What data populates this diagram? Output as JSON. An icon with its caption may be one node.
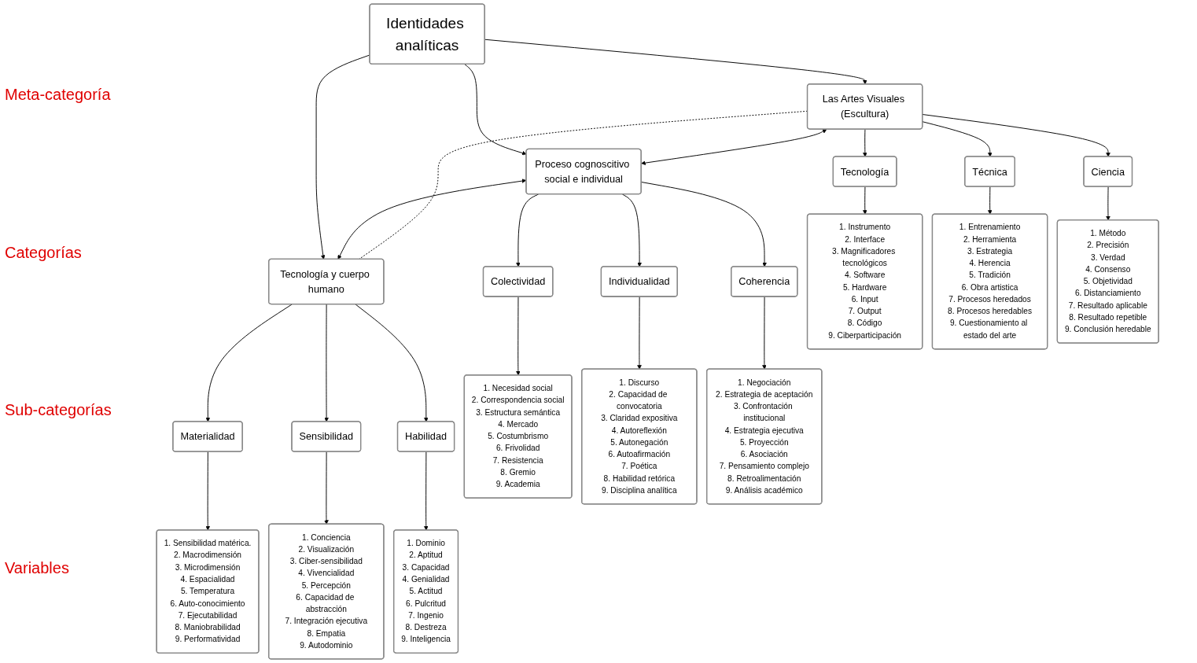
{
  "diagram": {
    "nodes": [
      {
        "text": [
          "Identidades analíticas"
        ]
      },
      {
        "text": [
          "Las Artes Visuales (Escultura)"
        ]
      },
      {
        "text": [
          "Proceso cognoscitivo social e individual"
        ]
      },
      {
        "text": [
          "Tecnología y cuerpo humano"
        ]
      },
      {
        "text": [
          "Tecnología"
        ]
      },
      {
        "text": [
          "Técnica"
        ]
      },
      {
        "text": [
          "Ciencia"
        ]
      },
      {
        "text": [
          "Colectividad"
        ]
      },
      {
        "text": [
          "Individualidad"
        ]
      },
      {
        "text": [
          "Coherencia"
        ]
      },
      {
        "text": [
          "Materialidad"
        ]
      },
      {
        "text": [
          "Sensibilidad"
        ]
      },
      {
        "text": [
          "Habilidad"
        ]
      },
      {
        "text": [
          "1. Instrumento",
          "2. Interface",
          "3. Magnificadores tecnológicos",
          "4. Software",
          "5. Hardware",
          "6. Input",
          "7. Output",
          "8. Código",
          "9. Ciberparticipación"
        ]
      },
      {
        "text": [
          "1. Entrenamiento",
          "2. Herramienta",
          "3. Estrategia",
          "4. Herencia",
          "5. Tradición",
          "6. Obra artistica",
          "7. Procesos heredados",
          "8. Procesos heredables",
          "9. Cuestionamiento al estado del arte"
        ]
      },
      {
        "text": [
          "1. Método",
          "2. Precisión",
          "3. Verdad",
          "4. Consenso",
          "5. Objetividad",
          "6. Distanciamiento",
          "7. Resultado aplicable",
          "8. Resultado repetible",
          "9. Conclusión heredable"
        ]
      },
      {
        "text": [
          "1. Necesidad social",
          "2. Correspondencia social",
          "3. Estructura semántica",
          "4. Mercado",
          "5. Costumbrismo",
          "6. Frivolidad",
          "7. Resistencia",
          "8. Gremio",
          "9. Academia"
        ]
      },
      {
        "text": [
          "1. Discurso",
          "2. Capacidad de convocatoria",
          "3. Claridad expositiva",
          "4. Autoreflexión",
          "5. Autonegación",
          "6. Autoafirmación",
          "7. Poética",
          "8. Habilidad retórica",
          "9. Disciplina analítica"
        ]
      },
      {
        "text": [
          "1. Negociación",
          "2. Estrategia de aceptación",
          "3. Confrontación institucional",
          "4. Estrategia ejecutiva",
          "5. Proyección",
          "6. Asociación",
          "7. Pensamiento complejo",
          "8. Retroalimentación",
          "9. Análisis académico"
        ]
      },
      {
        "text": [
          "1. Sensibilidad matérica.",
          "2. Macrodimensión",
          "3. Microdimensión",
          "4. Espacialidad",
          "5. Temperatura",
          "6. Auto-conocimiento",
          "7. Ejecutabilidad",
          "8. Maniobrabilidad",
          "9. Performatividad"
        ]
      },
      {
        "text": [
          "1. Conciencia",
          "2. Visualización",
          "3. Ciber-sensibilidad",
          "4. Vivencialidad",
          "5. Percepción",
          "6. Capacidad de abstracción",
          "7. Integración ejecutiva",
          "8. Empatia",
          "9. Autodominio"
        ]
      },
      {
        "text": [
          "1. Dominio",
          "2. Aptitud",
          "3. Capacidad",
          "4. Genialidad",
          "5. Actitud",
          "6. Pulcritud",
          "7. Ingenio",
          "8. Destreza",
          "9. Inteligencia"
        ]
      }
    ],
    "edges": [
      {
        "from": 0,
        "to": 1,
        "arrow": "to"
      },
      {
        "from": 0,
        "to": 2,
        "arrow": "to"
      },
      {
        "from": 0,
        "to": 3,
        "arrow": "to"
      },
      {
        "from": 1,
        "to": 2,
        "arrow": "both"
      },
      {
        "from": 2,
        "to": 3,
        "arrow": "both"
      },
      {
        "from": 1,
        "to": 3,
        "arrow": "none",
        "style": "dashed"
      },
      {
        "from": 1,
        "to": 4,
        "arrow": "to"
      },
      {
        "from": 1,
        "to": 5,
        "arrow": "to"
      },
      {
        "from": 1,
        "to": 6,
        "arrow": "to"
      },
      {
        "from": 2,
        "to": 7,
        "arrow": "to"
      },
      {
        "from": 2,
        "to": 8,
        "arrow": "to"
      },
      {
        "from": 2,
        "to": 9,
        "arrow": "to"
      },
      {
        "from": 3,
        "to": 10,
        "arrow": "to"
      },
      {
        "from": 3,
        "to": 11,
        "arrow": "to"
      },
      {
        "from": 3,
        "to": 12,
        "arrow": "to"
      },
      {
        "from": 4,
        "to": 13,
        "arrow": "to"
      },
      {
        "from": 5,
        "to": 14,
        "arrow": "to"
      },
      {
        "from": 6,
        "to": 15,
        "arrow": "to"
      },
      {
        "from": 7,
        "to": 16,
        "arrow": "to"
      },
      {
        "from": 8,
        "to": 17,
        "arrow": "to"
      },
      {
        "from": 9,
        "to": 18,
        "arrow": "to"
      },
      {
        "from": 10,
        "to": 19,
        "arrow": "to"
      },
      {
        "from": 11,
        "to": 20,
        "arrow": "to"
      },
      {
        "from": 12,
        "to": 21,
        "arrow": "to"
      }
    ],
    "labels": [
      "Meta-categoría",
      "Categorías",
      "Sub-categorías",
      "Variables"
    ]
  }
}
